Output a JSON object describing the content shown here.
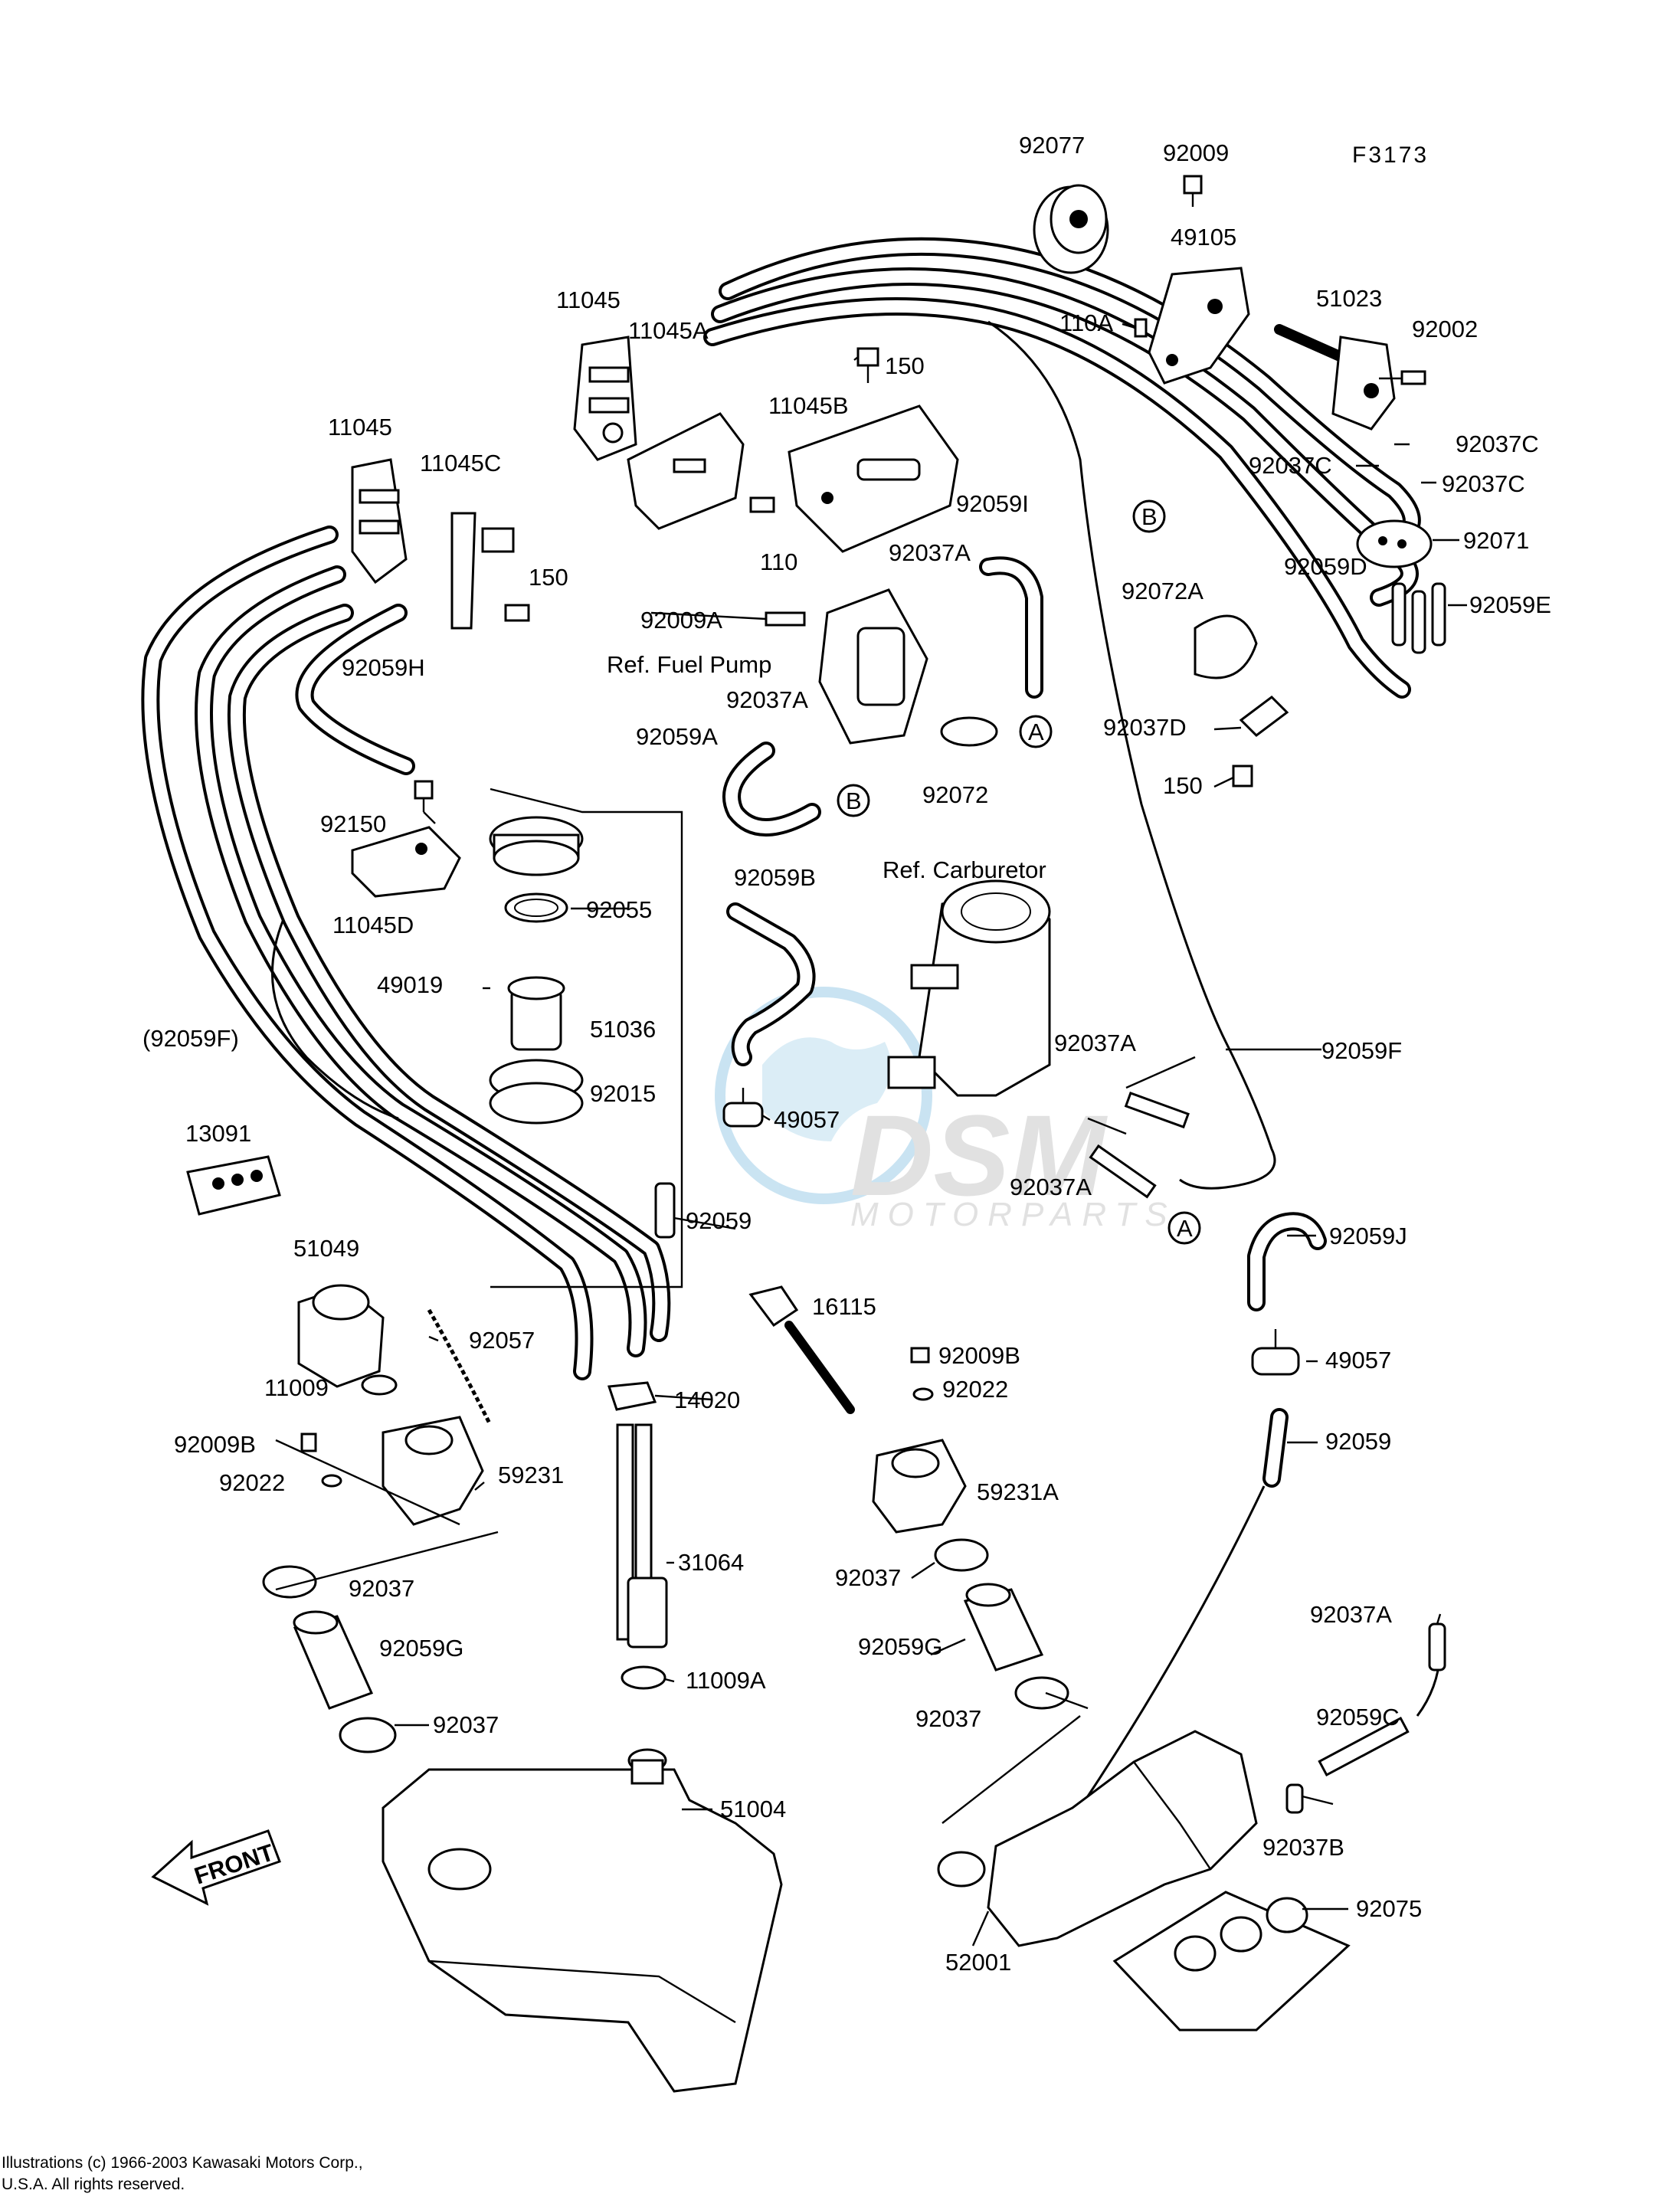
{
  "diagram": {
    "figure_code": "F3173",
    "copyright": [
      "Illustrations (c) 1966-2003 Kawasaki Motors Corp.,",
      "U.S.A.  All rights reserved."
    ],
    "watermark": {
      "brand": "DSM",
      "sub": "MOTORPARTS"
    },
    "front_label": "FRONT",
    "ref_labels": {
      "fuel_pump": "Ref. Fuel Pump",
      "carburetor": "Ref. Carburetor"
    },
    "connectors": {
      "a_top": "A",
      "a_bottom": "A",
      "b_left": "B",
      "b_right": "B"
    },
    "parts": {
      "p92077": "92077",
      "p92009": "92009",
      "p49105": "49105",
      "p110A": "110A",
      "p51023": "51023",
      "p92002": "92002",
      "p92037C_1": "92037C",
      "p92037C_2": "92037C",
      "p92037C_3": "92037C",
      "p92071": "92071",
      "p92059D": "92059D",
      "p92059E": "92059E",
      "p92072A": "92072A",
      "p92037D": "92037D",
      "p150_r": "150",
      "p11045_top": "11045",
      "p11045A": "11045A",
      "p150_top": "150",
      "p11045B": "11045B",
      "p110": "110",
      "p92059I": "92059I",
      "p92037A_1": "92037A",
      "p11045_left": "11045",
      "p11045C": "11045C",
      "p150_left": "150",
      "p92009A": "92009A",
      "p92059H": "92059H",
      "p92037A_2": "92037A",
      "p92059A": "92059A",
      "p92072": "92072",
      "p92150": "92150",
      "p11045D": "11045D",
      "p92055": "92055",
      "p49019": "49019",
      "p51036": "51036",
      "p92015": "92015",
      "p92059B": "92059B",
      "p49057_c": "49057",
      "p92037A_3": "92037A",
      "p92037A_4": "92037A",
      "p92059F": "92059F",
      "p92059F_paren": "(92059F)",
      "p13091": "13091",
      "p92059_c": "92059",
      "p92059J": "92059J",
      "p51049": "51049",
      "p92057": "92057",
      "p16115": "16115",
      "p92009B_r": "92009B",
      "p92022_r": "92022",
      "p49057_r": "49057",
      "p11009": "11009",
      "p14020": "14020",
      "p92059_r": "92059",
      "p92009B_l": "92009B",
      "p92022_l": "92022",
      "p59231": "59231",
      "p59231A": "59231A",
      "p31064": "31064",
      "p92037_l1": "92037",
      "p92037_r1": "92037",
      "p92037A_5": "92037A",
      "p92059G_l": "92059G",
      "p92059G_r": "92059G",
      "p11009A": "11009A",
      "p92037_l2": "92037",
      "p92037_r2": "92037",
      "p92059C": "92059C",
      "p51004": "51004",
      "p92037B": "92037B",
      "p92075": "92075",
      "p52001": "52001"
    }
  }
}
